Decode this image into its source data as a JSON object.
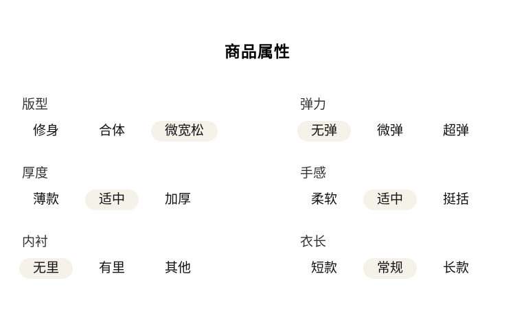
{
  "page": {
    "title": "商品属性"
  },
  "colors": {
    "title_text": "#000000",
    "label_text": "#333333",
    "option_text": "#111111",
    "selected_bg": "#f5f2ea"
  },
  "sections": [
    {
      "label": "版型",
      "options": [
        {
          "label": "修身",
          "selected": false
        },
        {
          "label": "合体",
          "selected": false
        },
        {
          "label": "微宽松",
          "selected": true
        }
      ]
    },
    {
      "label": "弹力",
      "options": [
        {
          "label": "无弹",
          "selected": true
        },
        {
          "label": "微弹",
          "selected": false
        },
        {
          "label": "超弹",
          "selected": false
        }
      ]
    },
    {
      "label": "厚度",
      "options": [
        {
          "label": "薄款",
          "selected": false
        },
        {
          "label": "适中",
          "selected": true
        },
        {
          "label": "加厚",
          "selected": false
        }
      ]
    },
    {
      "label": "手感",
      "options": [
        {
          "label": "柔软",
          "selected": false
        },
        {
          "label": "适中",
          "selected": true
        },
        {
          "label": "挺括",
          "selected": false
        }
      ]
    },
    {
      "label": "内衬",
      "options": [
        {
          "label": "无里",
          "selected": true
        },
        {
          "label": "有里",
          "selected": false
        },
        {
          "label": "其他",
          "selected": false
        }
      ]
    },
    {
      "label": "衣长",
      "options": [
        {
          "label": "短款",
          "selected": false
        },
        {
          "label": "常规",
          "selected": true
        },
        {
          "label": "长款",
          "selected": false
        }
      ]
    }
  ]
}
